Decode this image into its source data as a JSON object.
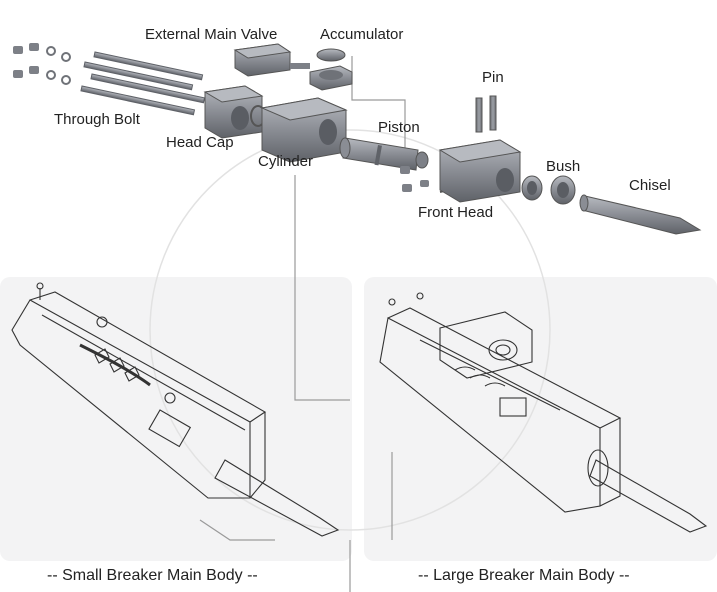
{
  "exploded_view": {
    "labels": {
      "external_main_valve": "External Main Valve",
      "accumulator": "Accumulator",
      "pin": "Pin",
      "through_bolt": "Through Bolt",
      "head_cap": "Head Cap",
      "cylinder": "Cylinder",
      "piston": "Piston",
      "front_head": "Front Head",
      "bush": "Bush",
      "chisel": "Chisel"
    }
  },
  "bodies": {
    "small_caption": "-- Small Breaker Main Body --",
    "large_caption": "-- Large Breaker Main Body --"
  },
  "colors": {
    "part_fill": "#8a8d94",
    "part_dark": "#5f6268",
    "part_light": "#b3b6bc",
    "panel_bg": "#f3f3f4",
    "line": "#9a9a9a"
  }
}
